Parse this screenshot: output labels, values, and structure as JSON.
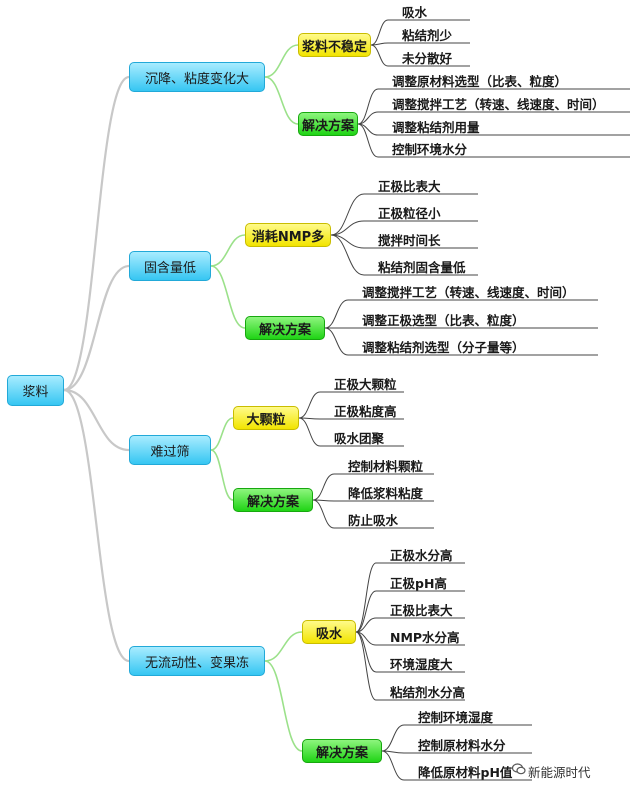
{
  "root": "浆料",
  "branches": {
    "b1": {
      "label": "沉降、粘度变化大",
      "cause": {
        "label": "浆料不稳定",
        "items": [
          "吸水",
          "粘结剂少",
          "未分散好"
        ]
      },
      "solution": {
        "label": "解决方案",
        "items": [
          "调整原材料选型（比表、粒度）",
          "调整搅拌工艺（转速、线速度、时间）",
          "调整粘结剂用量",
          "控制环境水分"
        ]
      }
    },
    "b2": {
      "label": "固含量低",
      "cause": {
        "label": "消耗NMP多",
        "items": [
          "正极比表大",
          "正极粒径小",
          "搅拌时间长",
          "粘结剂固含量低"
        ]
      },
      "solution": {
        "label": "解决方案",
        "items": [
          "调整搅拌工艺（转速、线速度、时间）",
          "调整正极选型（比表、粒度）",
          "调整粘结剂选型（分子量等）"
        ]
      }
    },
    "b3": {
      "label": "难过筛",
      "cause": {
        "label": "大颗粒",
        "items": [
          "正极大颗粒",
          "正极粘度高",
          "吸水团聚"
        ]
      },
      "solution": {
        "label": "解决方案",
        "items": [
          "控制材料颗粒",
          "降低浆料粘度",
          "防止吸水"
        ]
      }
    },
    "b4": {
      "label": "无流动性、变果冻",
      "cause": {
        "label": "吸水",
        "items": [
          "正极水分高",
          "正极pH高",
          "正极比表大",
          "NMP水分高",
          "环境湿度大",
          "粘结剂水分高"
        ]
      },
      "solution": {
        "label": "解决方案",
        "items": [
          "控制环境湿度",
          "控制原材料水分",
          "降低原材料pH值"
        ]
      }
    }
  },
  "watermark": "新能源时代"
}
